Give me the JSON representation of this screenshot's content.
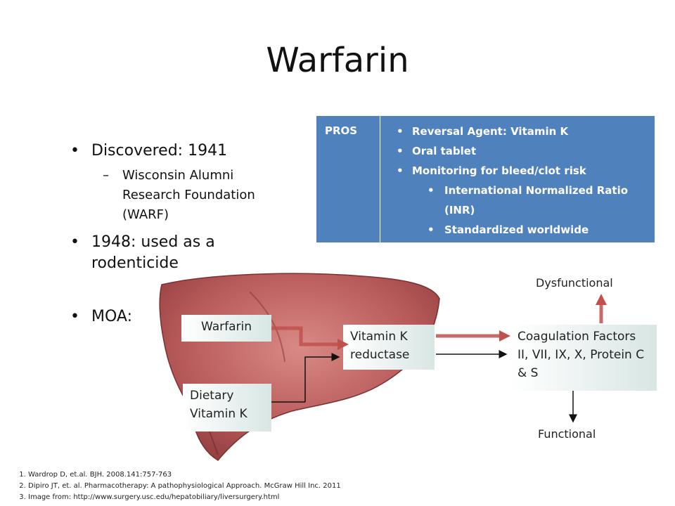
{
  "slide": {
    "title": "Warfarin",
    "bullets": {
      "discovered": "Discovered: 1941",
      "discovered_sub": "Wisconsin Alumni Research Foundation (WARF)",
      "rodenticide": "1948: used as a rodenticide",
      "moa": "MOA:"
    },
    "pros": {
      "label": "PROS",
      "items": [
        "Reversal Agent: Vitamin K",
        "Oral tablet",
        "Monitoring for bleed/clot risk"
      ],
      "subitems": [
        "International Normalized Ratio (INR)",
        "Standardized worldwide"
      ]
    },
    "diagram": {
      "warfarin": "Warfarin",
      "dietary": "Dietary Vitamin K",
      "reductase": "Vitamin K reductase",
      "coagulation": "Coagulation Factors II, VII, IX, X, Protein C & S",
      "dysfunctional": "Dysfunctional",
      "functional": "Functional"
    },
    "references": [
      "Wardrop D, et.al. BJH. 2008.141:757-763",
      "Dipiro JT, et. al. Pharmacotherapy: A pathophysiological Approach. McGraw Hill Inc. 2011",
      "Image from: http://www.surgery.usc.edu/hepatobiliary/liversurgery.html"
    ],
    "colors": {
      "pros_bg": "#4f81bd",
      "arrow_red": "#c0504d",
      "liver": "#b85a5a"
    }
  }
}
